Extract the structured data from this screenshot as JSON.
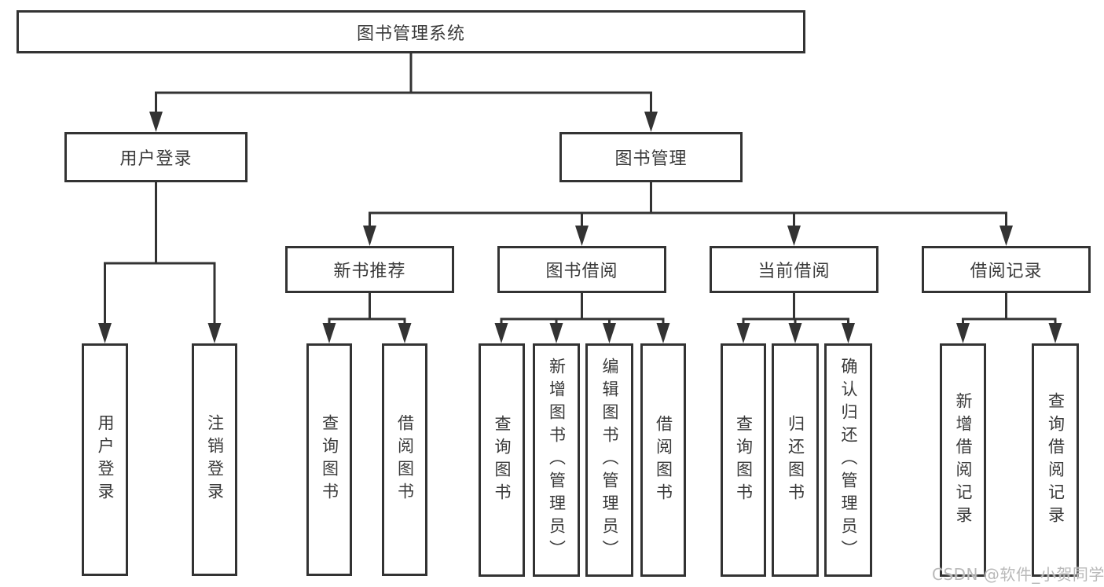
{
  "diagram": {
    "root": {
      "label": "图书管理系统"
    },
    "level2": [
      {
        "label": "用户登录"
      },
      {
        "label": "图书管理"
      }
    ],
    "level3": [
      {
        "label": "新书推荐"
      },
      {
        "label": "图书借阅"
      },
      {
        "label": "当前借阅"
      },
      {
        "label": "借阅记录"
      }
    ],
    "leaves": {
      "user_login": [
        "用户登录",
        "注销登录"
      ],
      "new_book": [
        "查询图书",
        "借阅图书"
      ],
      "book_borrow": [
        "查询图书",
        "新增图书（管理员）",
        "编辑图书（管理员）",
        "借阅图书"
      ],
      "current_borrow": [
        "查询图书",
        "归还图书",
        "确认归还（管理员）"
      ],
      "borrow_records": [
        "新增借阅记录",
        "查询借阅记录"
      ]
    }
  },
  "watermark": {
    "text": "CSDN @软件_小贺同学"
  },
  "colors": {
    "line": "#333333",
    "box_border": "#333333",
    "text": "#3a3a3a",
    "background": "#ffffff",
    "watermark": "#b9b9b9"
  }
}
